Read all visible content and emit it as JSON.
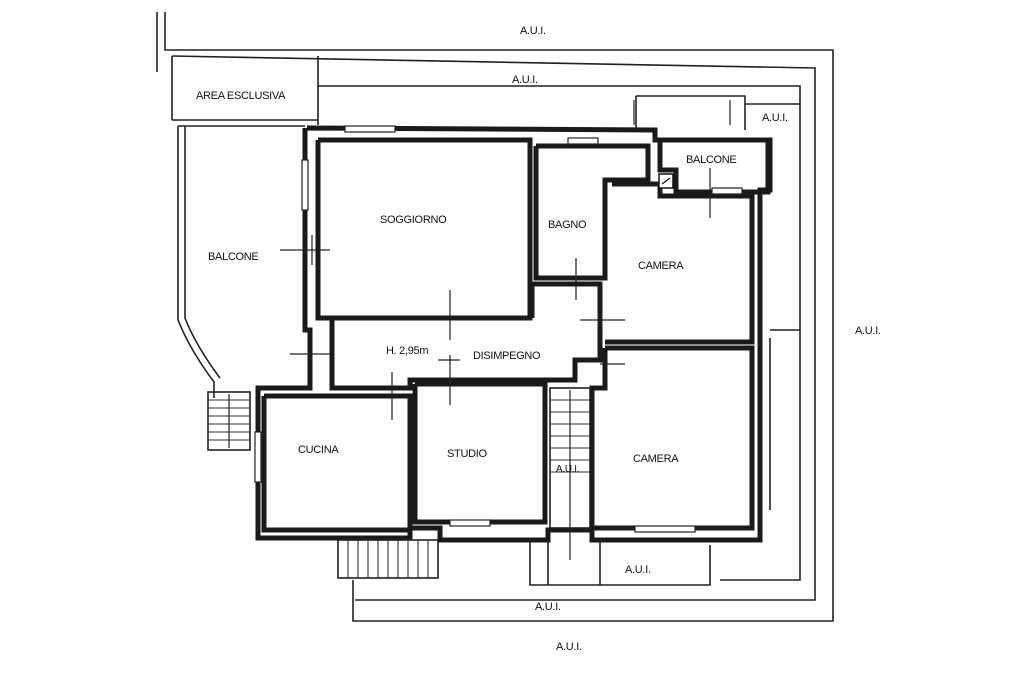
{
  "labels": {
    "aui_top": "A.U.I.",
    "aui_inner_top": "A.U.I.",
    "aui_top_right": "A.U.I.",
    "aui_right": "A.U.I.",
    "aui_bottom_inner": "A.U.I.",
    "aui_bottom": "A.U.I.",
    "aui_bottom_room": "A.U.I.",
    "aui_stair": "A.U.I.",
    "area_esclusiva": "AREA ESCLUSIVA",
    "balcone_left": "BALCONE",
    "balcone_right": "BALCONE",
    "soggiorno": "SOGGIORNO",
    "bagno": "BAGNO",
    "camera_upper": "CAMERA",
    "camera_lower": "CAMERA",
    "disimpegno": "DISIMPEGNO",
    "height": "H. 2,95m",
    "cucina": "CUCINA",
    "studio": "STUDIO"
  }
}
